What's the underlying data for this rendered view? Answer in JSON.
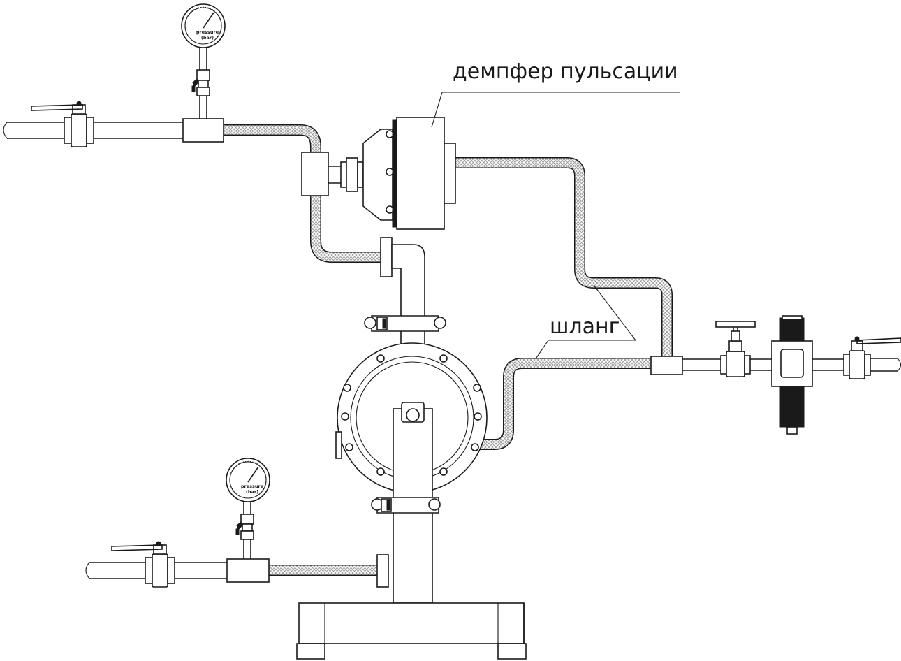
{
  "labels": {
    "damper": "демпфер пульсации",
    "hose": "шланг"
  },
  "gauge": {
    "line1": "pressure",
    "line2": "(bar)"
  },
  "colors": {
    "stroke": "#1a1a1a",
    "background": "#ffffff",
    "hose_hatch": "#9a9a9a"
  }
}
